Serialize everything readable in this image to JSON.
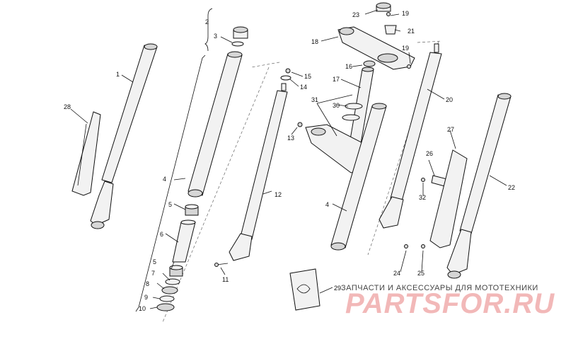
{
  "callouts": [
    "1",
    "2",
    "3",
    "4",
    "5",
    "6",
    "5",
    "7",
    "8",
    "9",
    "10",
    "11",
    "12",
    "13",
    "14",
    "15",
    "16",
    "17",
    "18",
    "19",
    "19",
    "20",
    "21",
    "22",
    "23",
    "24",
    "25",
    "26",
    "27",
    "28",
    "29",
    "30",
    "31",
    "32",
    "4"
  ],
  "watermark": {
    "subtitle": "ЗАПЧАСТИ И АКСЕССУАРЫ ДЛЯ МОТОТЕХНИКИ",
    "logo": "PARTSFOR.RU"
  },
  "colors": {
    "line": "#111111",
    "part_fill": "#f2f2f2",
    "watermark": "#f2b8b8"
  }
}
